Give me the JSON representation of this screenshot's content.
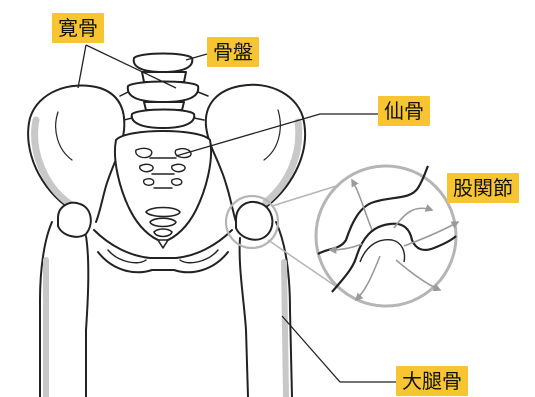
{
  "labels": {
    "ilium": "寛骨",
    "pelvis": "骨盤",
    "sacrum": "仙骨",
    "hip_joint": "股関節",
    "femur": "大腿骨"
  },
  "colors": {
    "label_bg": "#f7c531",
    "outline": "#222222",
    "shade": "#c8c8c8",
    "callout_ring": "#b5b5b5",
    "arrow": "#9a9a9a"
  }
}
